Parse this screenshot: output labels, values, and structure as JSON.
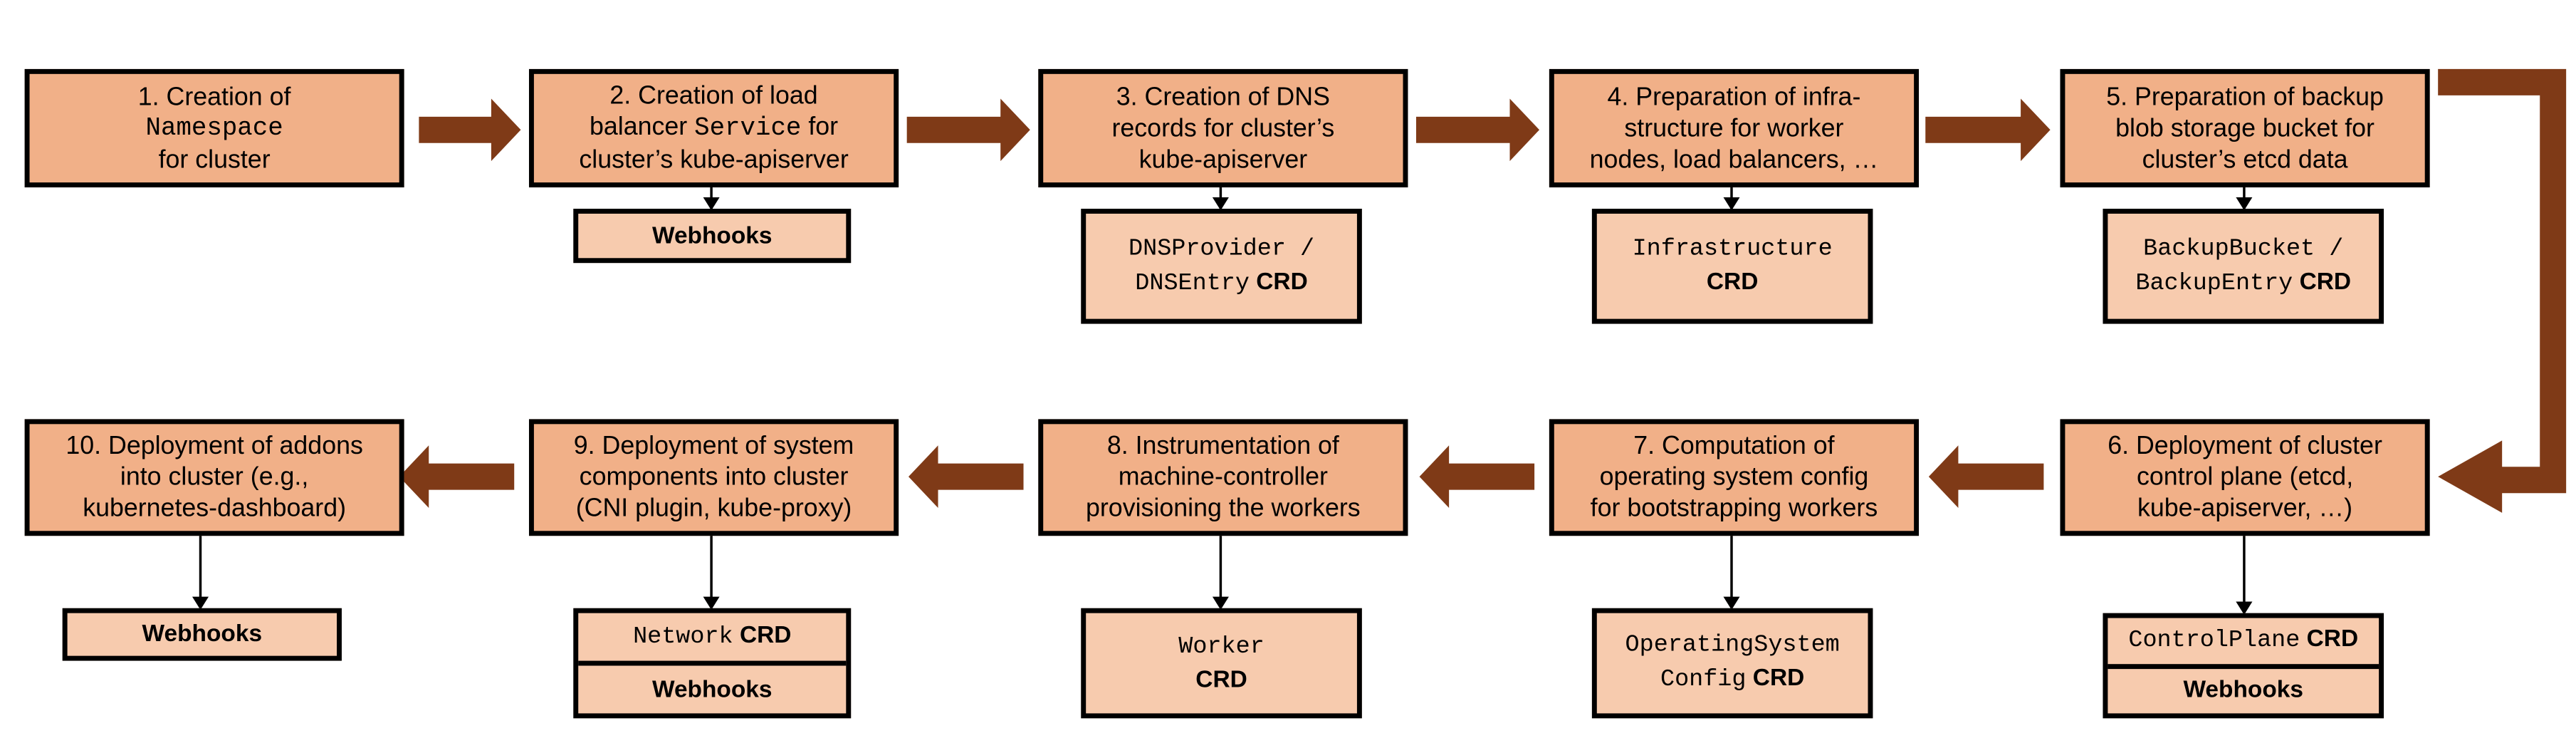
{
  "colors": {
    "step_box": "#F1B088",
    "resource_box": "#F7CBAE",
    "flow_arrow": "#7F3A17",
    "border": "#000000"
  },
  "steps": [
    {
      "line1": "1. Creation of",
      "mono": "Namespace",
      "line3": "for cluster"
    },
    {
      "line1": "2. Creation of load",
      "pre": "balancer ",
      "mono": "Service",
      "post": " for",
      "line3": "cluster’s kube-apiserver"
    },
    {
      "line1": "3. Creation of DNS",
      "line2": "records for cluster’s",
      "line3": "kube-apiserver"
    },
    {
      "line1": "4. Preparation of infra-",
      "line2": "structure for worker",
      "line3": "nodes, load balancers, …"
    },
    {
      "line1": "5. Preparation of backup",
      "line2": "blob storage bucket for",
      "line3": "cluster’s etcd data"
    },
    {
      "line1": "6. Deployment of cluster",
      "line2": "control plane (etcd,",
      "line3": "kube-apiserver, …)"
    },
    {
      "line1": "7. Computation of",
      "line2": "operating system config",
      "line3": "for bootstrapping workers"
    },
    {
      "line1": "8. Instrumentation of",
      "line2": "machine-controller",
      "line3": "provisioning the workers"
    },
    {
      "line1": "9. Deployment of system",
      "line2": "components into cluster",
      "line3": "(CNI plugin, kube-proxy)"
    },
    {
      "line1": "10. Deployment of addons",
      "line2": "into cluster (e.g.,",
      "line3": "kubernetes-dashboard)"
    }
  ],
  "resources": {
    "step2_webhooks": "Webhooks",
    "step3": {
      "mono1": "DNSProvider /",
      "mono2": "DNSEntry",
      "crd": "CRD"
    },
    "step4": {
      "mono1": "Infrastructure",
      "crd": "CRD"
    },
    "step5": {
      "mono1": "BackupBucket /",
      "mono2": "BackupEntry",
      "crd": "CRD"
    },
    "step6": {
      "mono1": "ControlPlane",
      "crd": "CRD",
      "webhooks": "Webhooks"
    },
    "step7": {
      "mono1": "OperatingSystem",
      "mono2": "Config",
      "crd": "CRD"
    },
    "step8": {
      "mono1": "Worker",
      "crd": "CRD"
    },
    "step9": {
      "mono1": "Network",
      "crd": "CRD",
      "webhooks": "Webhooks"
    },
    "step10_webhooks": "Webhooks"
  }
}
